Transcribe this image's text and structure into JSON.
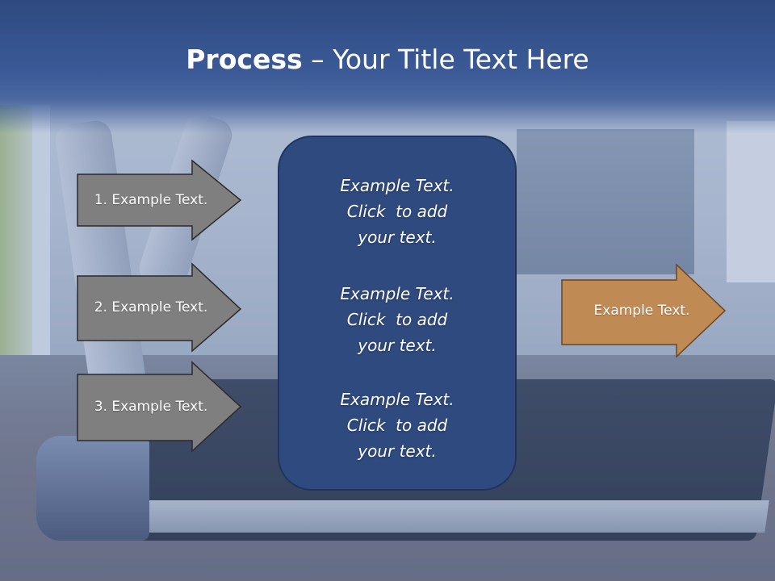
{
  "title": {
    "bold": "Process",
    "separator": " – ",
    "rest": "Your Title Text Here"
  },
  "left_arrows": [
    {
      "label": "1. Example Text."
    },
    {
      "label": "2. Example Text."
    },
    {
      "label": "3. Example Text."
    }
  ],
  "center_box": {
    "blocks": [
      {
        "lines": [
          "Example Text.",
          "Click  to add",
          "your text."
        ]
      },
      {
        "lines": [
          "Example Text.",
          "Click  to add",
          "your text."
        ]
      },
      {
        "lines": [
          "Example Text.",
          "Click  to add",
          "your text."
        ]
      }
    ]
  },
  "right_arrow": {
    "label": "Example Text."
  },
  "colors": {
    "header_blue": "#3b5a97",
    "box_blue": "#2f4a7e",
    "gray_arrow": "#7f7f7f",
    "orange_arrow": "#c08a55",
    "text_white": "#ffffff"
  }
}
